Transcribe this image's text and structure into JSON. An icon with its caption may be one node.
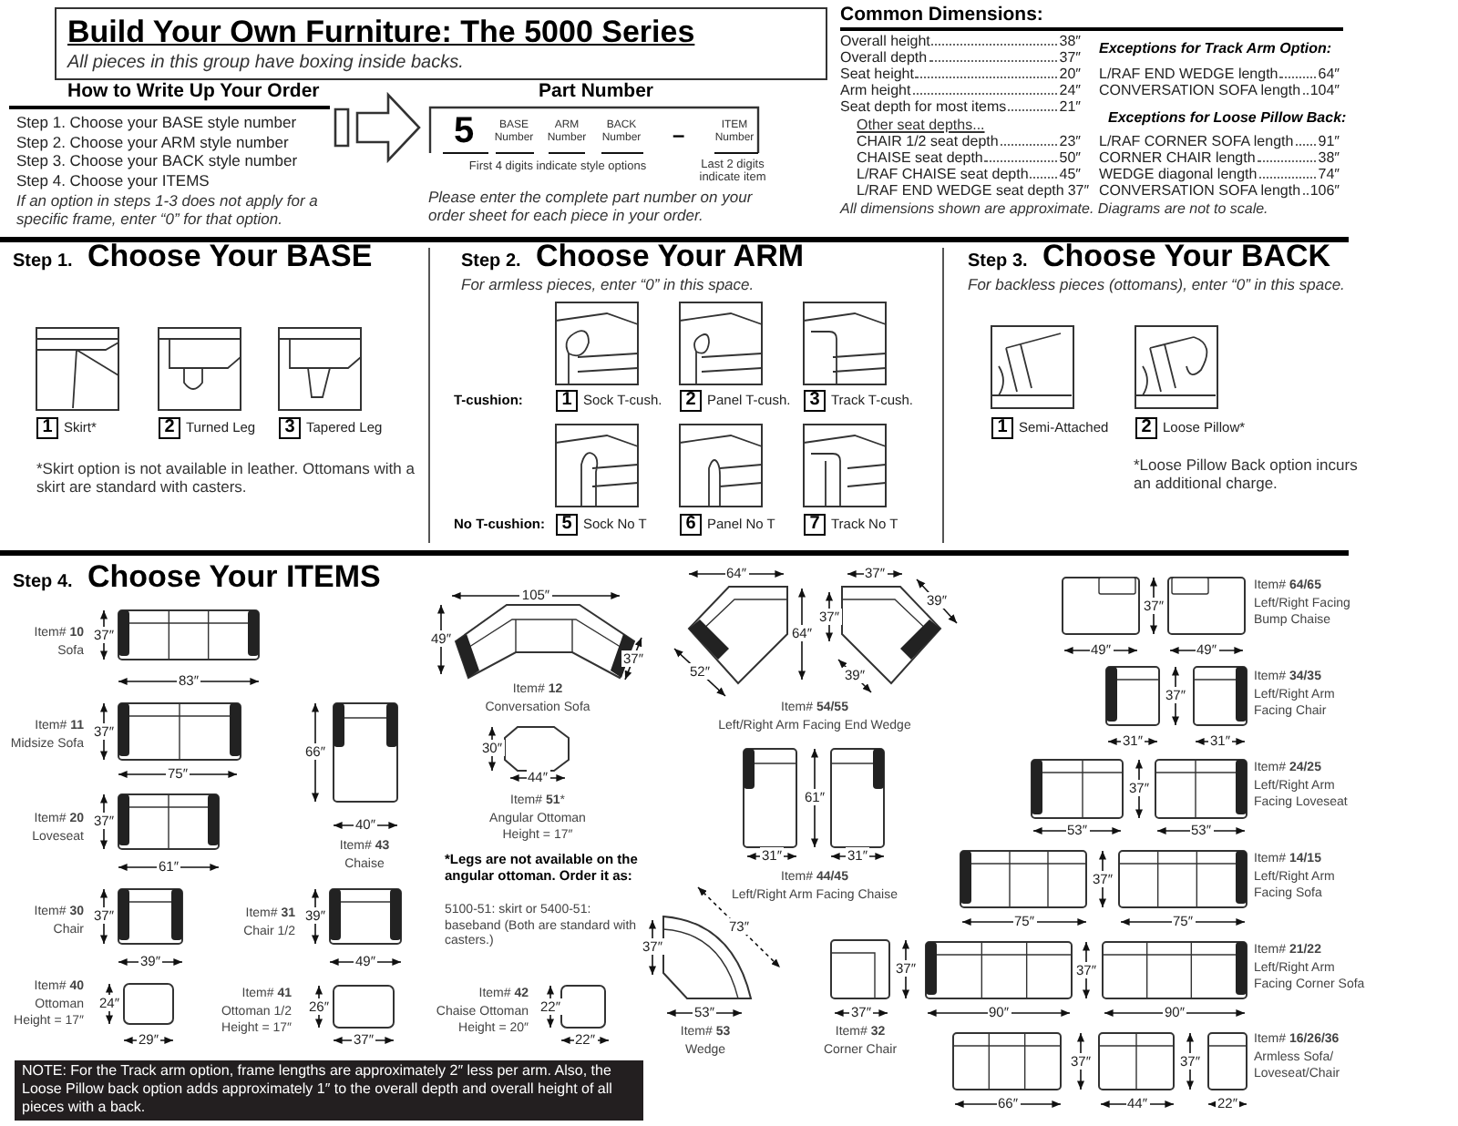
{
  "diagram": {
    "title": "Build Your Own Furniture: The 5000 Series",
    "nodes": [
      {
        "text": [
          "How to Write Up Your Order",
          "Step 1. Choose your BASE style number",
          "Step 2. Choose your ARM style number",
          "Step 3. Choose your BACK style number",
          "Step 4. Choose your ITEMS",
          "If an option in steps 1-3 does not apply for a specific frame, enter “0” for that option."
        ]
      },
      {
        "text": [
          "Part Number",
          "5",
          "BASE Number",
          "ARM Number",
          "BACK Number",
          "–",
          "ITEM Number",
          "First 4 digits indicate style options",
          "Last 2 digits indicate item",
          "Please enter the complete part number on your order sheet for each piece in your order."
        ]
      },
      {
        "text": [
          "NOTE: For the Track arm option, frame lengths are approximately 2″ less per arm. Also, the Loose Pillow back option adds approximately 1″ to the overall depth and overall height of all pieces with a back."
        ]
      },
      {
        "text": [
          "1"
        ],
        "beside": [
          "Skirt*"
        ]
      },
      {
        "text": [
          "2"
        ],
        "beside": [
          "Turned Leg"
        ]
      },
      {
        "text": [
          "3"
        ],
        "beside": [
          "Tapered Leg"
        ]
      },
      {
        "text": [
          "1"
        ],
        "beside": [
          "Sock T-cush."
        ]
      },
      {
        "text": [
          "2"
        ],
        "beside": [
          "Panel T-cush."
        ]
      },
      {
        "text": [
          "3"
        ],
        "beside": [
          "Track T-cush."
        ]
      },
      {
        "text": [
          "5"
        ],
        "beside": [
          "Sock No T"
        ]
      },
      {
        "text": [
          "6"
        ],
        "beside": [
          "Panel No T"
        ]
      },
      {
        "text": [
          "7"
        ],
        "beside": [
          "Track No T"
        ]
      },
      {
        "text": [
          "1"
        ],
        "beside": [
          "Semi-Attached"
        ]
      },
      {
        "text": [
          "2"
        ],
        "beside": [
          "Loose Pillow*"
        ]
      }
    ],
    "edges": [
      {
        "from": 0,
        "to": 1,
        "arrow": "to"
      }
    ],
    "labels": [
      "All pieces in this group have boxing inside backs.",
      "Common Dimensions:",
      "Overall height",
      "38″",
      "Overall depth",
      "37″",
      "Seat height",
      "20″",
      "Arm height",
      "24″",
      "Seat depth for most items",
      "21″",
      "Other seat depths...",
      "CHAIR 1/2 seat depth",
      "23″",
      "CHAISE seat depth",
      "50″",
      "L/RAF CHAISE seat depth",
      "45″",
      "L/RAF END WEDGE seat depth",
      "37″",
      "Exceptions for Track Arm Option:",
      "L/RAF END WEDGE length",
      "64″",
      "CONVERSATION SOFA length",
      "104″",
      "Exceptions for Loose Pillow Back:",
      "L/RAF CORNER SOFA length",
      "91″",
      "CORNER CHAIR length",
      "38″",
      "WEDGE diagonal length",
      "74″",
      "CONVERSATION SOFA length",
      "106″",
      "All dimensions shown are approximate. Diagrams are not to scale.",
      "Step 1.",
      "Choose Your BASE",
      "*Skirt option is not available in leather. Ottomans with a skirt are standard with casters.",
      "Step 2.",
      "Choose Your ARM",
      "For armless pieces, enter “0” in this space.",
      "T-cushion:",
      "No T-cushion:",
      "Step 3.",
      "Choose Your BACK",
      "For backless pieces (ottomans), enter “0” in this space.",
      "*Loose Pillow Back option incurs an additional charge.",
      "Step 4.",
      "Choose Your ITEMS",
      "Item# **10**",
      "Sofa",
      "37″",
      "83″",
      "Item# **11**",
      "Midsize Sofa",
      "37″",
      "75″",
      "Item# **20**",
      "Loveseat",
      "37″",
      "61″",
      "Item# **30**",
      "Chair",
      "37″",
      "39″",
      "Item# **40**",
      "Ottoman",
      "Height = 17″",
      "24″",
      "29″",
      "66″",
      "40″",
      "Item# **43**",
      "Chaise",
      "Item# **31**",
      "Chair 1/2",
      "39″",
      "49″",
      "Item# **41**",
      "Ottoman 1/2",
      "Height = 17″",
      "26″",
      "37″",
      "105″",
      "49″",
      "37″",
      "Item# **12**",
      "Conversation Sofa",
      "30″",
      "44″",
      "Item# **51***",
      "Angular Ottoman",
      "Height = 17″",
      "*Legs are not available on the angular ottoman. Order it as:",
      "5100-51: skirt or 5400-51: baseband (Both are standard with casters.)",
      "Item# **42**",
      "Chaise Ottoman",
      "Height = 20″",
      "22″",
      "22″",
      "64″",
      "64″",
      "37″",
      "37″",
      "39″",
      "52″",
      "39″",
      "Item# **54/55**",
      "Left/Right Arm Facing End Wedge",
      "61″",
      "31″",
      "31″",
      "Item# **44/45**",
      "Left/Right Arm Facing Chaise",
      "37″",
      "73″",
      "53″",
      "Item# **53**",
      "Wedge",
      "37″",
      "37″",
      "Item# **32**",
      "Corner Chair",
      "37″",
      "49″",
      "49″",
      "Item# **64/65**",
      "Left/Right Facing Bump Chaise",
      "37″",
      "31″",
      "31″",
      "Item# **34/35**",
      "Left/Right Arm Facing Chair",
      "37″",
      "53″",
      "53″",
      "Item# **24/25**",
      "Left/Right Arm Facing Loveseat",
      "37″",
      "75″",
      "75″",
      "Item# **14/15**",
      "Left/Right Arm Facing Sofa",
      "37″",
      "90″",
      "90″",
      "Item# **21/22**",
      "Left/Right Arm Facing Corner Sofa",
      "37″",
      "37″",
      "66″",
      "44″",
      "22″",
      "Item# **16/26/36**",
      "Armless Sofa/ Loveseat/Chair"
    ]
  }
}
